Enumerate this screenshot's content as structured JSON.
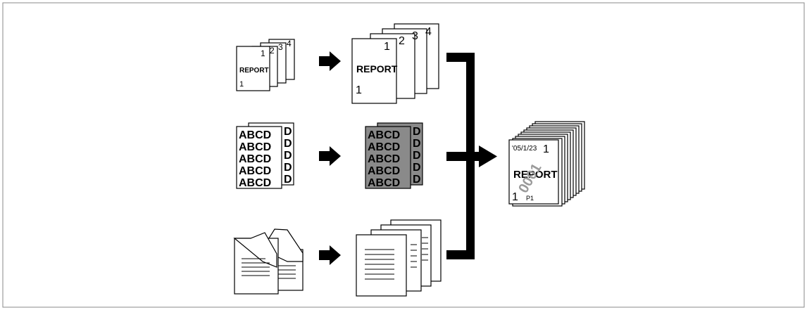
{
  "figure": {
    "rows": {
      "page_numbering": {
        "input_page_numbers": [
          "1",
          "2",
          "3",
          "4"
        ],
        "input_title": "REPORT",
        "input_footer_number": "1",
        "output_page_numbers": [
          "1",
          "2",
          "3",
          "4"
        ],
        "output_title": "REPORT",
        "output_footer_number": "1"
      },
      "watermark": {
        "text_lines": [
          "ABCD",
          "ABCD",
          "ABCD",
          "ABCD",
          "ABCD"
        ],
        "back_fragments": [
          "D",
          "D",
          "D",
          "D",
          "D"
        ]
      },
      "layout": {}
    },
    "result": {
      "date": "'05/1/23",
      "page_number": "1",
      "title": "REPORT",
      "stamp": "0001",
      "footer_number": "1",
      "footer_page_label": "P1"
    },
    "colors": {
      "ink": "#000000",
      "paper": "#ffffff",
      "watermark_fill": "#8a8a8a",
      "stamp": "#9a9a9a",
      "frame_border": "#888888"
    }
  }
}
